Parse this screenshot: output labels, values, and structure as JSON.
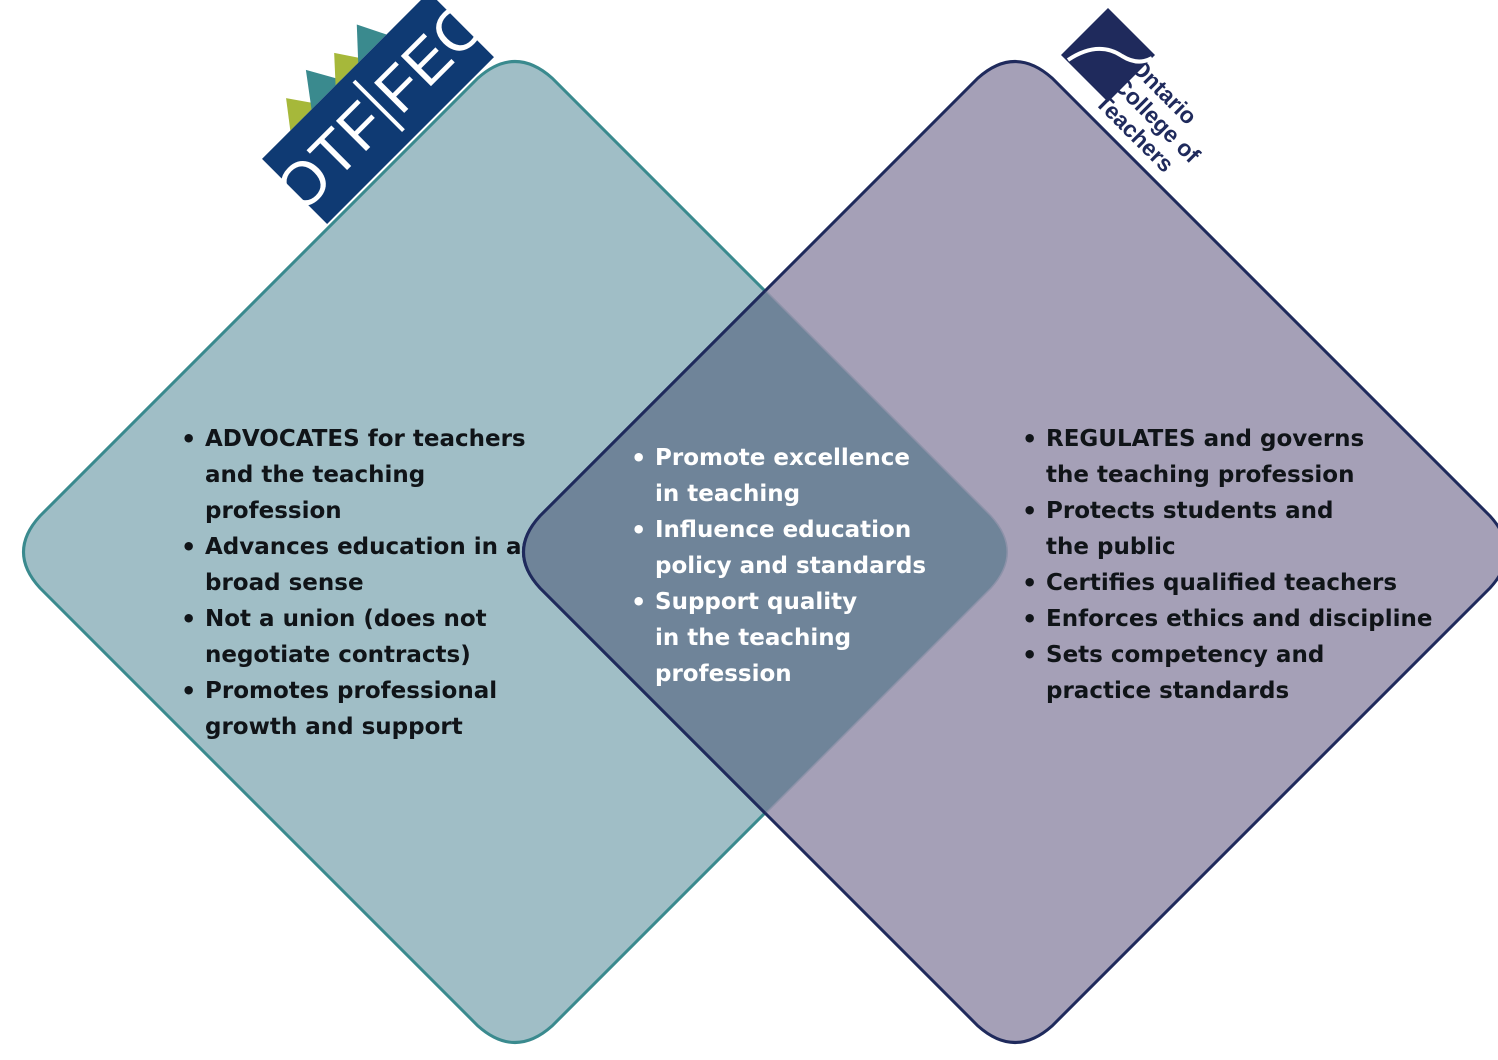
{
  "colors": {
    "left_fill": "#8fb3bc",
    "left_stroke": "#3a8a8e",
    "right_fill": "#9893ad",
    "right_stroke": "#1f2a5c",
    "overlap_fill": "#6f8499",
    "otf_navy": "#0f3a73",
    "otf_green": "#a6b83a",
    "oct_navy": "#1f2a5c"
  },
  "logos": {
    "otf_feo": {
      "left_text": "OTF",
      "right_text": "FEO"
    },
    "oct": {
      "line1": "Ontario",
      "line2": "College of",
      "line3": "Teachers"
    }
  },
  "left": {
    "items": [
      "ADVOCATES for teachers\nand the teaching profession",
      "Advances education in a\nbroad sense",
      "Not a union (does not\nnegotiate contracts)",
      "Promotes professional\ngrowth and support"
    ]
  },
  "center": {
    "items": [
      "Promote excellence\nin teaching",
      "Influence education\npolicy and standards",
      "Support quality\nin the teaching\nprofession"
    ]
  },
  "right": {
    "items": [
      "REGULATES and governs\nthe teaching profession",
      "Protects students and\nthe public",
      "Certifies qualified teachers",
      "Enforces ethics and discipline",
      "Sets competency and\npractice standards"
    ]
  }
}
